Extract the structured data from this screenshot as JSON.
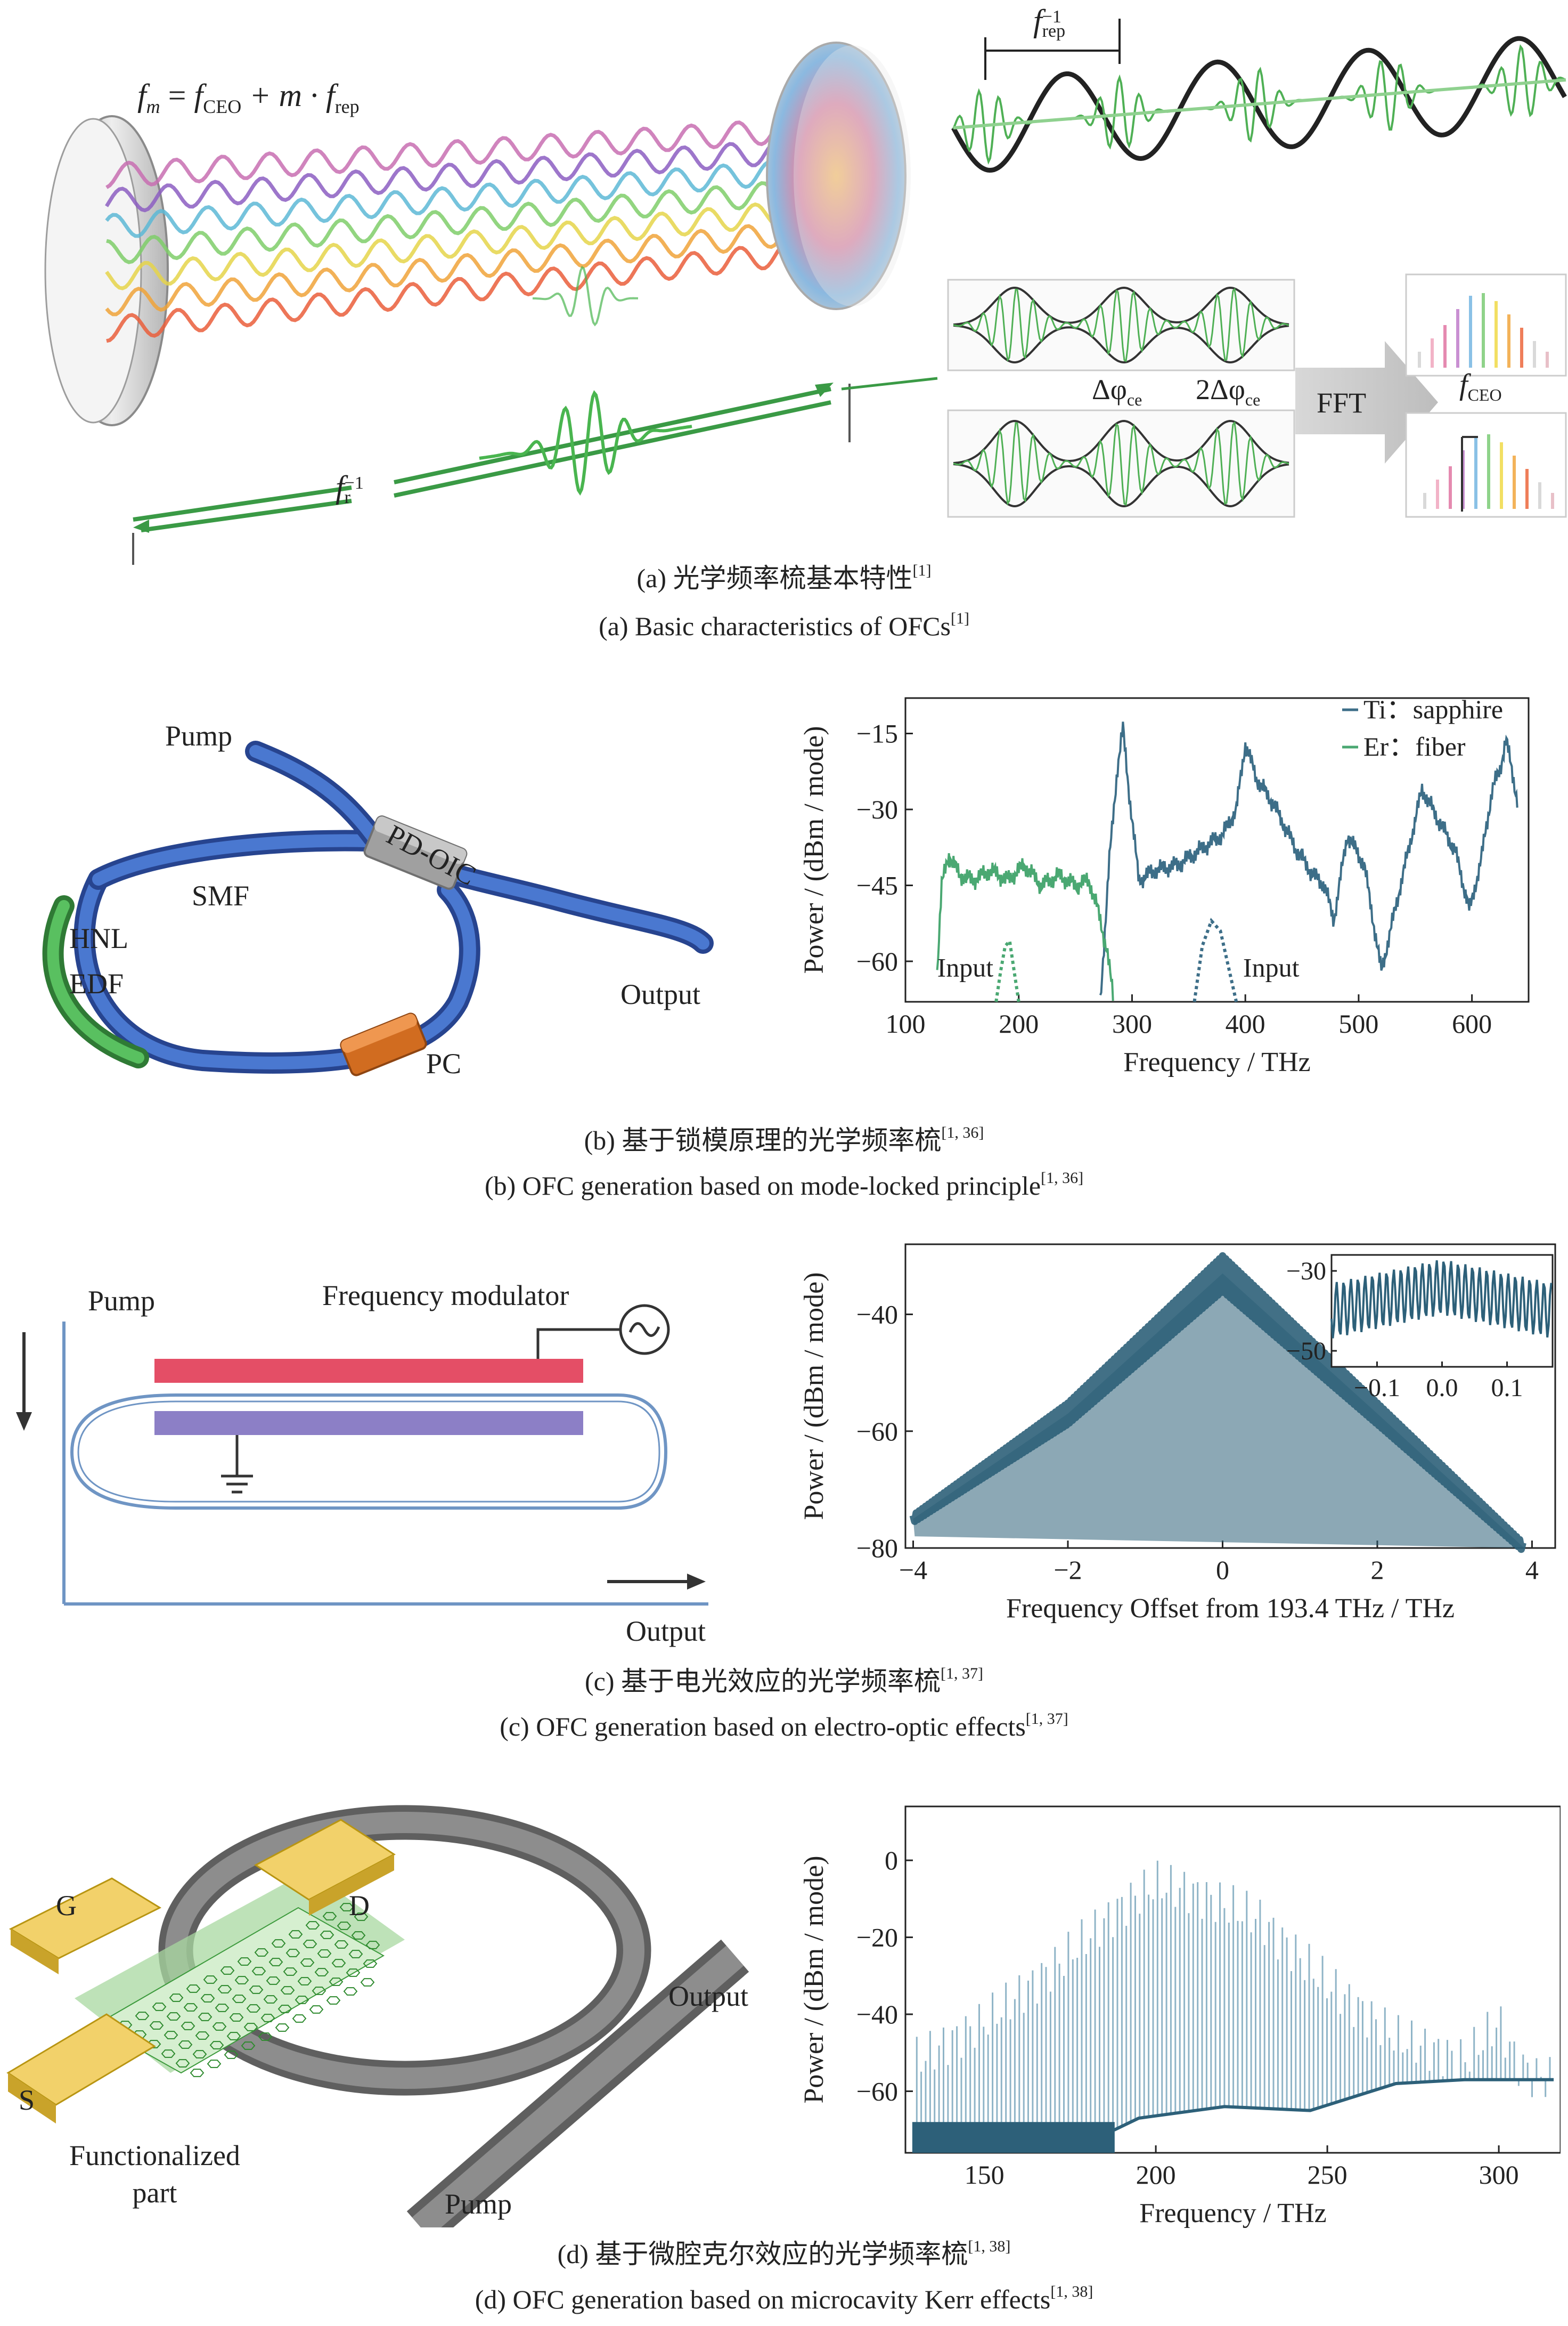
{
  "panel_a": {
    "formula": {
      "f": "f",
      "m": "m",
      "eq": " = ",
      "fceo_f": "f",
      "fceo_sub": "CEO",
      "plus": " + m · ",
      "frep_f": "f",
      "frep_sub": "rep"
    },
    "frep_inv": {
      "f": "f",
      "sub": "rep",
      "sup": "−1"
    },
    "fr_inv": {
      "f": "f",
      "sub": "r",
      "sup": "−1"
    },
    "delta1": {
      "text": "Δφ",
      "sub": "ce"
    },
    "delta2": {
      "text": "2Δφ",
      "sub": "ce"
    },
    "fft": "FFT",
    "fceo": {
      "f": "f",
      "sub": "CEO"
    },
    "caption_cn": "(a) 光学频率梳基本特性",
    "caption_cn_ref": "[1]",
    "caption_en": "(a) Basic characteristics of OFCs",
    "caption_en_ref": "[1]"
  },
  "panel_b": {
    "labels": {
      "pump": "Pump",
      "pdoic": "PD-OIC",
      "smf": "SMF",
      "hnl": "HNL",
      "edf": "EDF",
      "output": "Output",
      "pc": "PC"
    },
    "caption_cn": "(b) 基于锁模原理的光学频率梳",
    "caption_cn_ref": "[1, 36]",
    "caption_en": "(b) OFC generation based on mode-locked principle",
    "caption_en_ref": "[1, 36]"
  },
  "panel_c": {
    "labels": {
      "pump": "Pump",
      "modulator": "Frequency modulator",
      "output": "Output"
    },
    "caption_cn": "(c) 基于电光效应的光学频率梳",
    "caption_cn_ref": "[1, 37]",
    "caption_en": "(c) OFC generation based on electro-optic effects",
    "caption_en_ref": "[1, 37]"
  },
  "panel_d": {
    "labels": {
      "g": "G",
      "d": "D",
      "s": "S",
      "output": "Output",
      "pump": "Pump",
      "func1": "Functionalized",
      "func2": "part"
    },
    "caption_cn": "(d) 基于微腔克尔效应的光学频率梳",
    "caption_cn_ref": "[1, 38]",
    "caption_en": "(d) OFC generation based on microcavity Kerr effects",
    "caption_en_ref": "[1, 38]"
  },
  "chart_data": [
    {
      "type": "line",
      "xlabel": "Frequency / THz",
      "ylabel": "Power / (dBm / mode)",
      "xlim": [
        100,
        650
      ],
      "ylim": [
        -68,
        -8
      ],
      "xticks": [
        100,
        200,
        300,
        400,
        500,
        600
      ],
      "yticks": [
        -15,
        -30,
        -45,
        -60
      ],
      "legend_position": "top-right",
      "annotations": [
        "Input",
        "Input"
      ],
      "series": [
        {
          "name": "Ti：sapphire",
          "color": "#3d6e88",
          "x": [
            272,
            280,
            287,
            292,
            298,
            306,
            320,
            340,
            360,
            380,
            392,
            400,
            410,
            425,
            445,
            460,
            470,
            478,
            490,
            505,
            520,
            540,
            556,
            570,
            585,
            598,
            608,
            618,
            625,
            630,
            640
          ],
          "y": [
            -68,
            -40,
            -22,
            -14,
            -28,
            -44,
            -42,
            -41,
            -38,
            -35,
            -30,
            -17,
            -24,
            -29,
            -38,
            -43,
            -45,
            -52,
            -35,
            -41,
            -62,
            -42,
            -26,
            -32,
            -38,
            -50,
            -40,
            -26,
            -22,
            -16,
            -28
          ]
        },
        {
          "name": "Er：fiber",
          "color": "#4aa872",
          "x": [
            128,
            132,
            138,
            148,
            160,
            175,
            190,
            205,
            220,
            235,
            250,
            262,
            270,
            278,
            284
          ],
          "y": [
            -62,
            -45,
            -39,
            -43,
            -44,
            -42,
            -44,
            -41,
            -45,
            -43,
            -45,
            -44,
            -50,
            -58,
            -68
          ]
        },
        {
          "name": "",
          "color": "#4aa872",
          "dashed": true,
          "x": [
            180,
            184,
            188,
            192,
            196,
            200
          ],
          "y": [
            -68,
            -62,
            -57,
            -56,
            -62,
            -68
          ]
        },
        {
          "name": "",
          "color": "#3d6e88",
          "dashed": true,
          "x": [
            355,
            362,
            370,
            378,
            386,
            392
          ],
          "y": [
            -68,
            -57,
            -52,
            -54,
            -62,
            -68
          ]
        }
      ]
    },
    {
      "type": "line",
      "xlabel": "Frequency Offset from 193.4 THz / THz",
      "ylabel": "Power / (dBm / mode)",
      "xlim": [
        -4.1,
        4.3
      ],
      "ylim": [
        -80,
        -28
      ],
      "xticks": [
        -4,
        -2,
        0,
        2,
        4
      ],
      "yticks": [
        -40,
        -60,
        -80
      ],
      "series": [
        {
          "name": "",
          "color": "#2d6079",
          "x": [
            -4,
            -2,
            0,
            2,
            3.9
          ],
          "y": [
            -75,
            -57,
            -33,
            -57,
            -80
          ]
        }
      ],
      "inset": {
        "xlim": [
          -0.17,
          0.17
        ],
        "ylim": [
          -54,
          -26
        ],
        "xticks": [
          -0.1,
          0.0,
          0.1
        ],
        "yticks": [
          -30,
          -50
        ],
        "series": [
          {
            "name": "",
            "color": "#2d6079",
            "x": [
              -0.17,
              0.0,
              0.17
            ],
            "y": [
              -40,
              -34,
              -40
            ]
          }
        ]
      }
    },
    {
      "type": "line",
      "xlabel": "Frequency / THz",
      "ylabel": "Power / (dBm / mode)",
      "xlim": [
        127,
        318
      ],
      "ylim": [
        -76,
        14
      ],
      "xticks": [
        150,
        200,
        250,
        300
      ],
      "yticks": [
        0,
        -20,
        -40,
        -60
      ],
      "series": [
        {
          "name": "",
          "color": "#8fb4c7",
          "x": [
            130,
            150,
            170,
            190,
            200,
            210,
            230,
            250,
            270,
            290,
            300,
            305,
            310,
            316
          ],
          "y": [
            -52,
            -42,
            -28,
            -12,
            -6,
            -8,
            -15,
            -32,
            -46,
            -52,
            -42,
            -52,
            -56,
            -57
          ]
        },
        {
          "name": "",
          "color": "#2d6079",
          "x": [
            130,
            188,
            195,
            220,
            245,
            270,
            290,
            316
          ],
          "y": [
            -70,
            -70,
            -67,
            -64,
            -65,
            -58,
            -57,
            -57
          ]
        }
      ]
    }
  ]
}
